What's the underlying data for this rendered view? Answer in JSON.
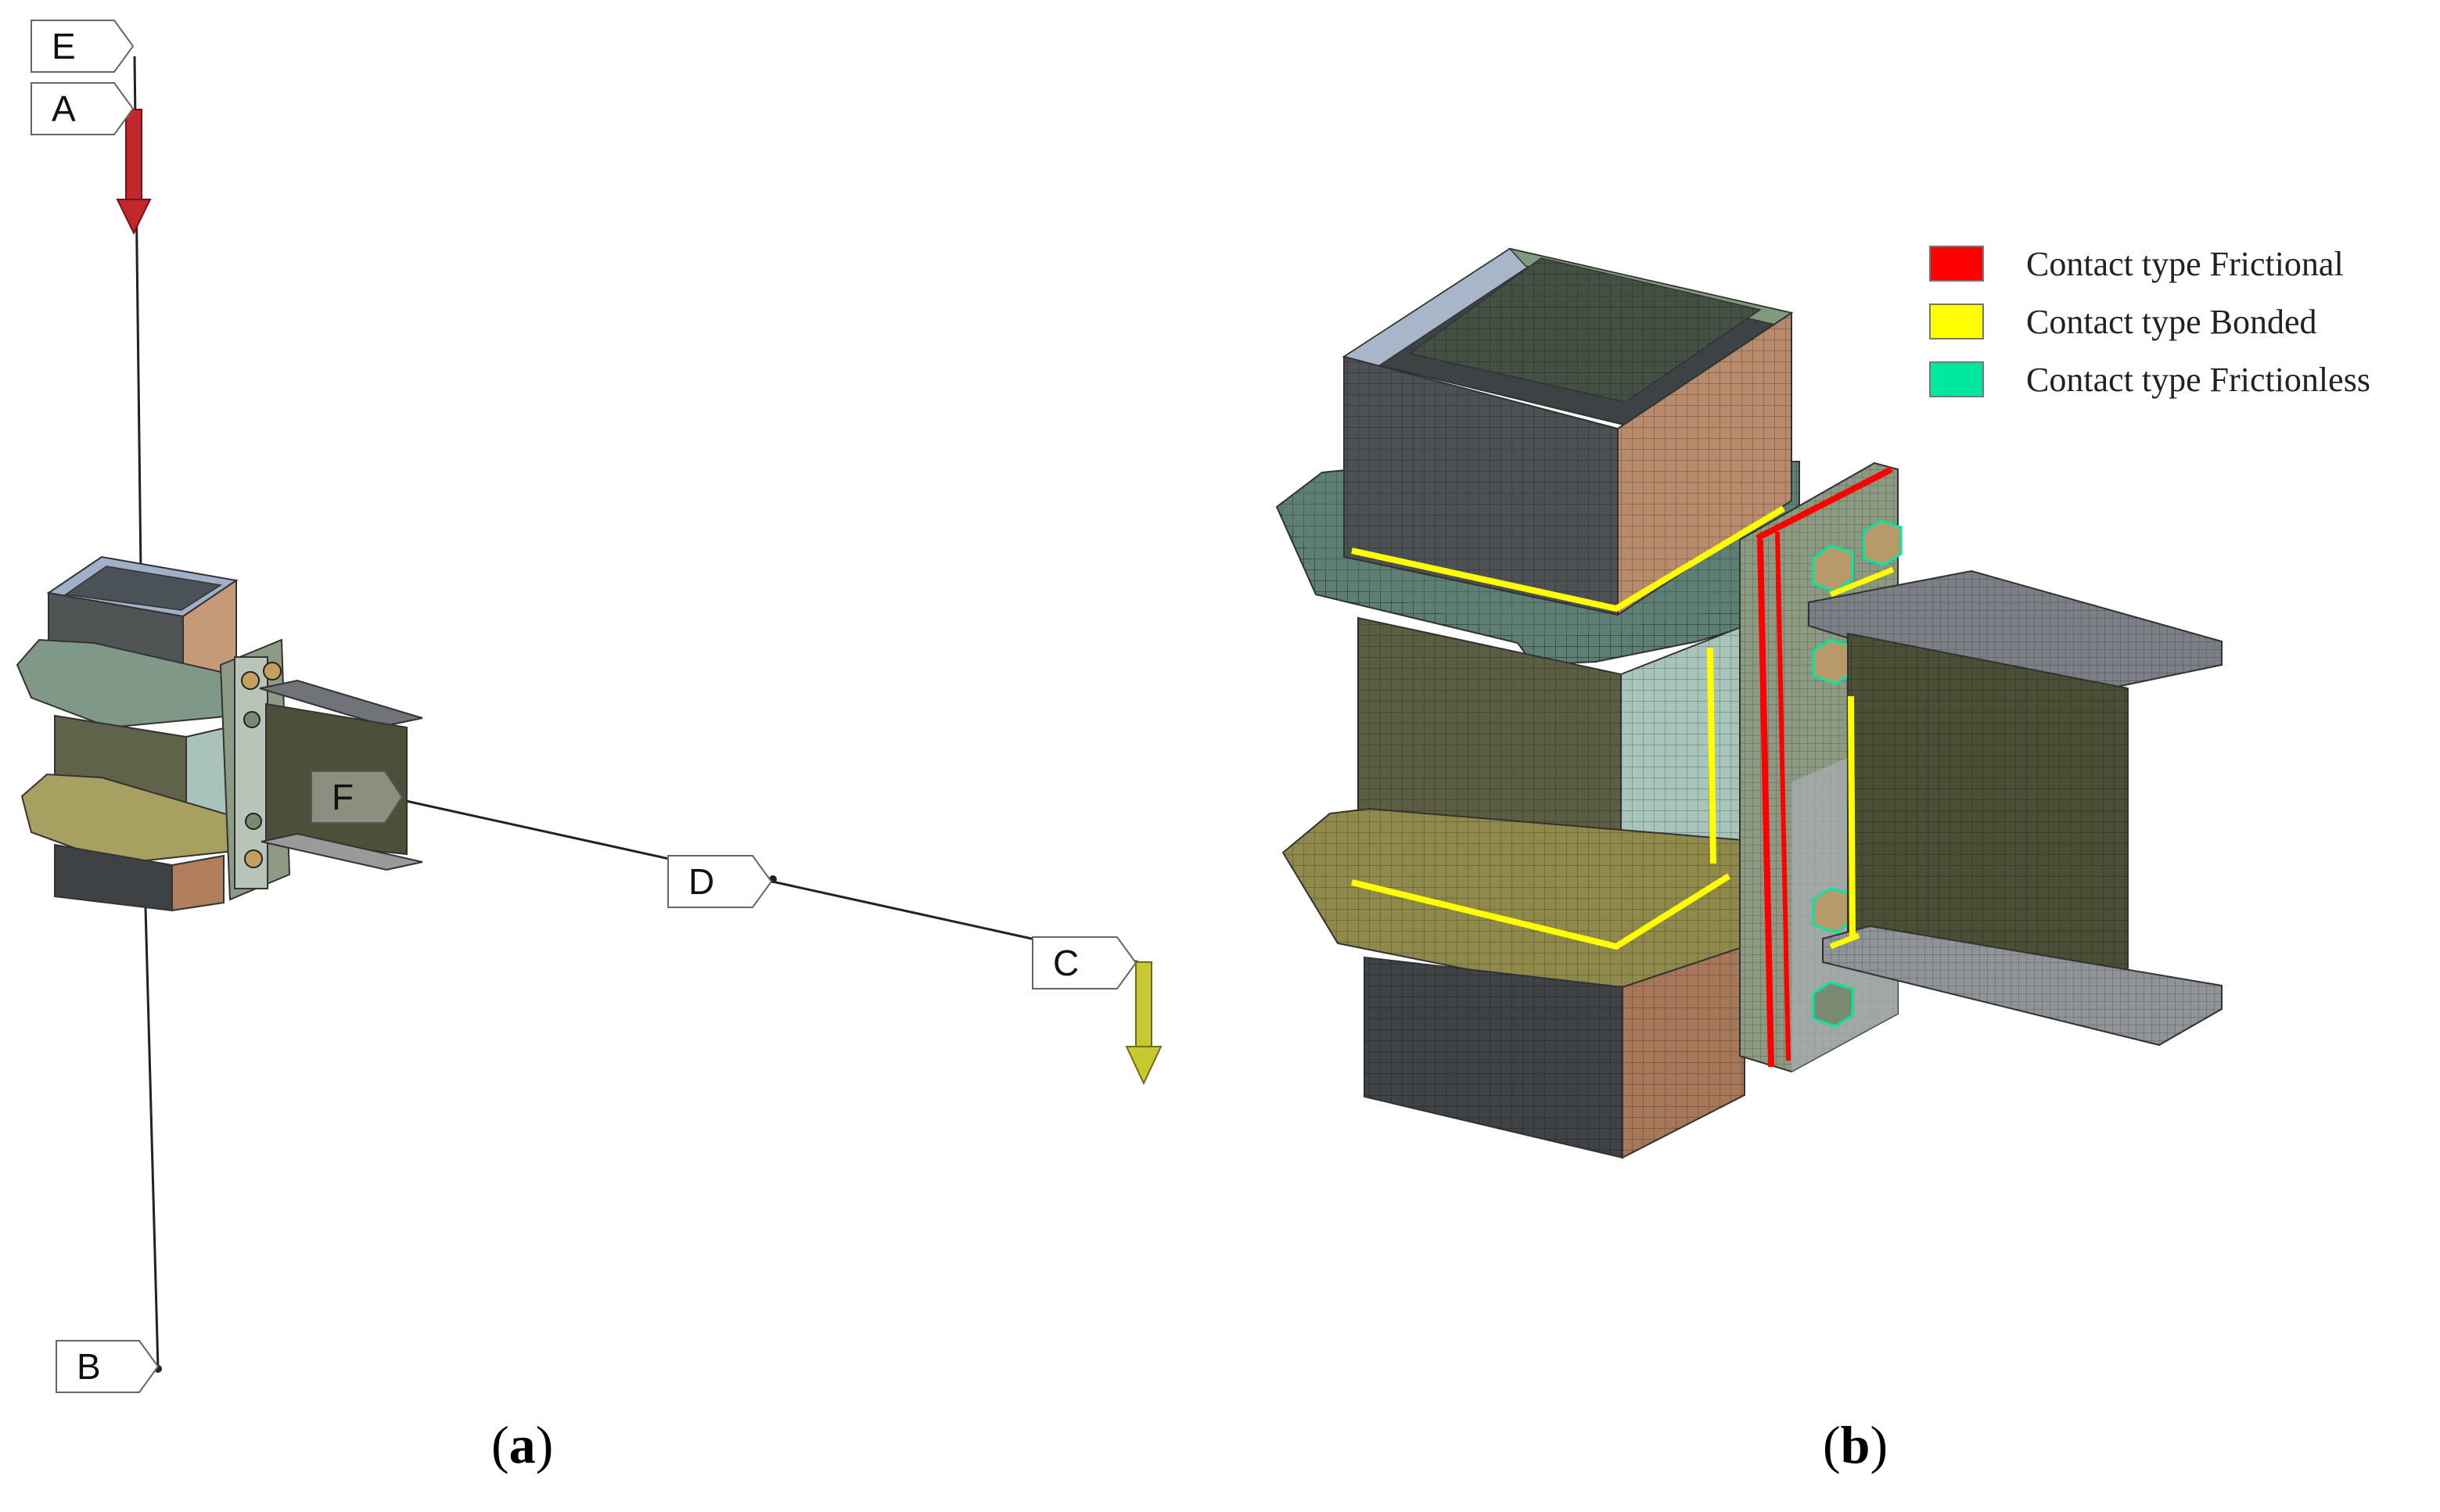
{
  "panel_a": {
    "label_open": "(",
    "label_letter": "a",
    "label_close": ")",
    "points": [
      "E",
      "A",
      "B",
      "F",
      "D",
      "C"
    ]
  },
  "panel_b": {
    "label_open": "(",
    "label_letter": "b",
    "label_close": ")",
    "legend": [
      {
        "text": "Contact type Frictional",
        "color": "#ff0000"
      },
      {
        "text": "Contact type Bonded",
        "color": "#ffff00"
      },
      {
        "text": "Contact type Frictionless",
        "color": "#00e8a0"
      }
    ]
  },
  "colors": {
    "load_arrow_top": "#c0282c",
    "load_arrow_tip": "#c8c832",
    "frictional": "#ff0000",
    "bonded": "#ffff00",
    "frictionless": "#00e8a0"
  }
}
